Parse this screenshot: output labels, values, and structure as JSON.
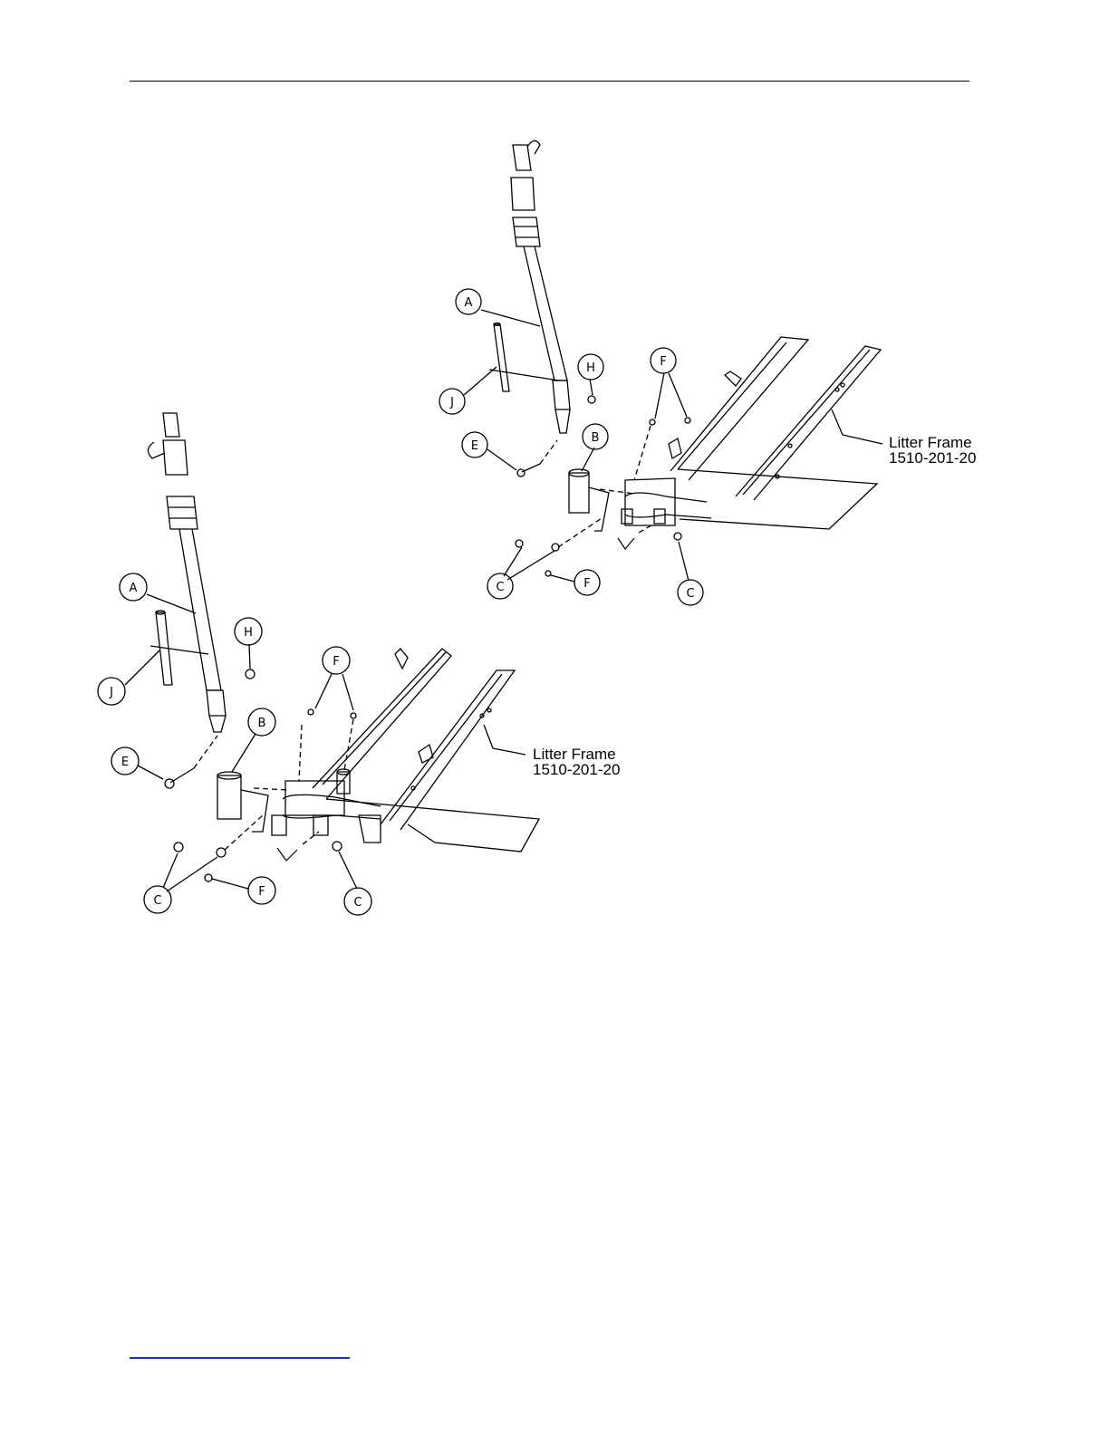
{
  "figure": {
    "upper_assembly": {
      "frame_label_line1": "Litter Frame",
      "frame_label_line2": "1510-201-20",
      "callouts": [
        "A",
        "J",
        "H",
        "E",
        "B",
        "F",
        "F",
        "C",
        "C"
      ]
    },
    "lower_assembly": {
      "frame_label_line1": "Litter Frame",
      "frame_label_line2": "1510-201-20",
      "callouts": [
        "A",
        "J",
        "H",
        "E",
        "B",
        "F",
        "F",
        "C",
        "C"
      ]
    }
  },
  "colors": {
    "line": "#000000",
    "link_rule": "#1f2bd8"
  }
}
